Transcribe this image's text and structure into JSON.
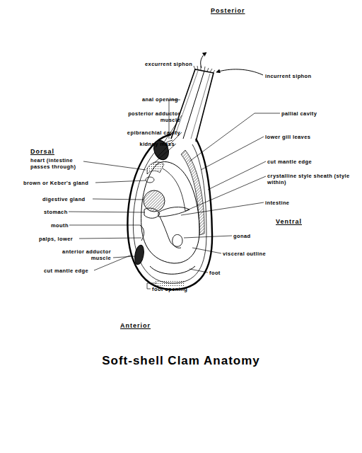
{
  "diagram": {
    "title": "Soft-shell Clam Anatomy",
    "labels": [
      "Posterior",
      "excurrent siphon",
      "incurrent siphon",
      "anal opening",
      "pallial cavity",
      "posterior adductor muscle",
      "epibranchial cavity",
      "lower gill leaves",
      "kidney mass",
      "Dorsal",
      "heart (intestine passes through)",
      "cut mantle edge",
      "brown or Keber's gland",
      "crystalline style sheath (style within)",
      "digestive gland",
      "intestine",
      "stomach",
      "Ventral",
      "mouth",
      "gonad",
      "palps, lower",
      "anterior adductor muscle",
      "visceral outline",
      "cut mantle edge",
      "foot",
      "foot opening",
      "Anterior"
    ]
  }
}
